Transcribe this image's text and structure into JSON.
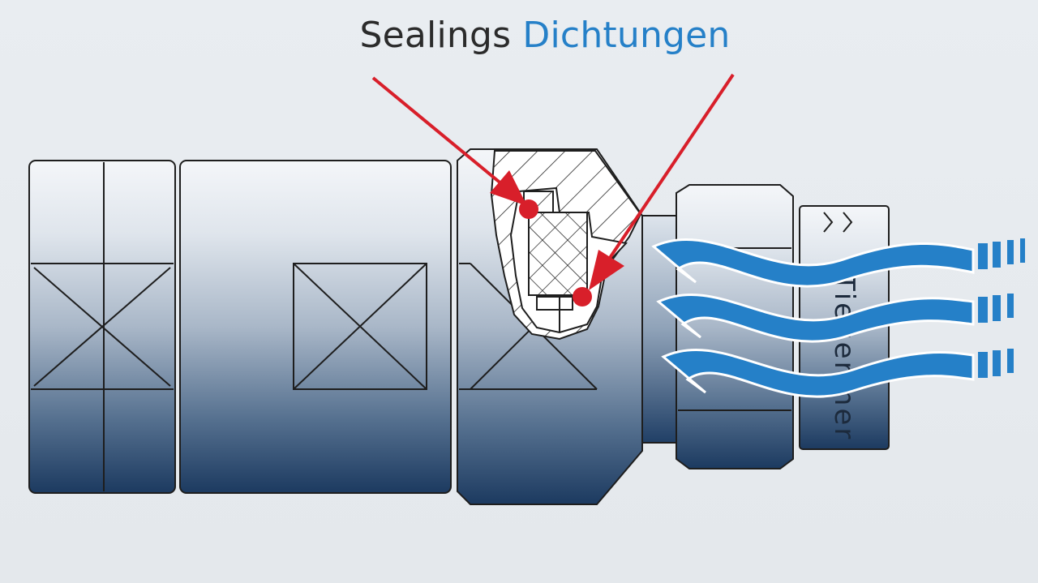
{
  "diagram": {
    "title_en": "Sealings",
    "title_de": "Dichtungen",
    "body_label": "Tiegertner",
    "colors": {
      "background": "#e6eaee",
      "arrow": "#d81f2a",
      "flow": "#2580c8",
      "outline": "#1e1e1e",
      "metal_light": "#f2f4f7",
      "metal_dark": "#1d3c63"
    },
    "icons": [
      "red-pointer-arrow",
      "seal-marker-dot",
      "blue-wave-flow-arrow"
    ]
  }
}
